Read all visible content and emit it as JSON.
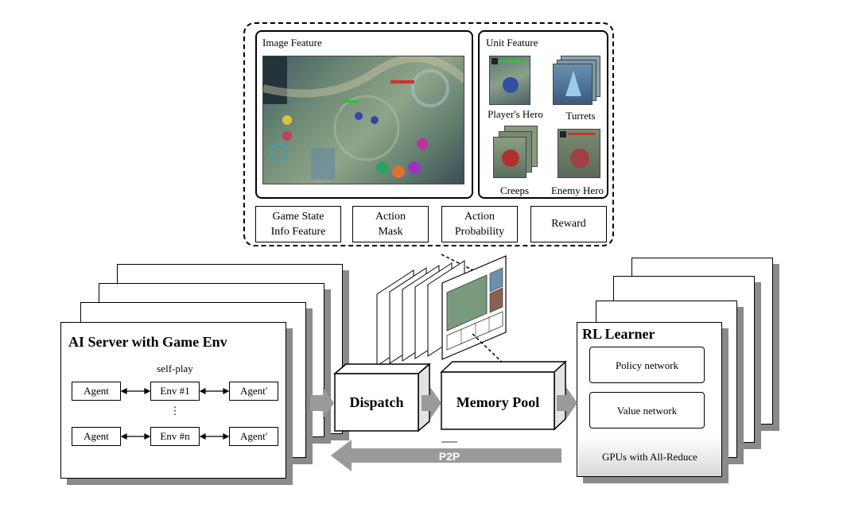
{
  "top_panel": {
    "image_feature_label": "Image Feature",
    "unit_feature_label": "Unit Feature",
    "unit_items": [
      "Player's Hero",
      "Turrets",
      "Creeps",
      "Enemy Hero"
    ],
    "info_boxes": [
      {
        "line1": "Game State",
        "line2": "Info Feature"
      },
      {
        "line1": "Action",
        "line2": "Mask"
      },
      {
        "line1": "Action",
        "line2": "Probability"
      },
      {
        "line1": "Reward",
        "line2": ""
      }
    ]
  },
  "ai_server": {
    "title": "AI Server with Game Env",
    "self_play": "self-play",
    "row1": {
      "agent": "Agent",
      "env": "Env #1",
      "opponent": "Agent'"
    },
    "dots": "⋮",
    "row2": {
      "agent": "Agent",
      "env": "Env #n",
      "opponent": "Agent'"
    }
  },
  "dispatch_label": "Dispatch",
  "memory_pool_label": "Memory Pool",
  "rl_learner": {
    "title": "RL Learner",
    "policy": "Policy network",
    "value": "Value network",
    "gpus": "GPUs with All-Reduce"
  },
  "p2p_label": "P2P",
  "colors": {
    "arrow_gray": "#9a9a9a",
    "shadow_gray": "#8a8a8a",
    "game_green": "#5f7f6a"
  }
}
